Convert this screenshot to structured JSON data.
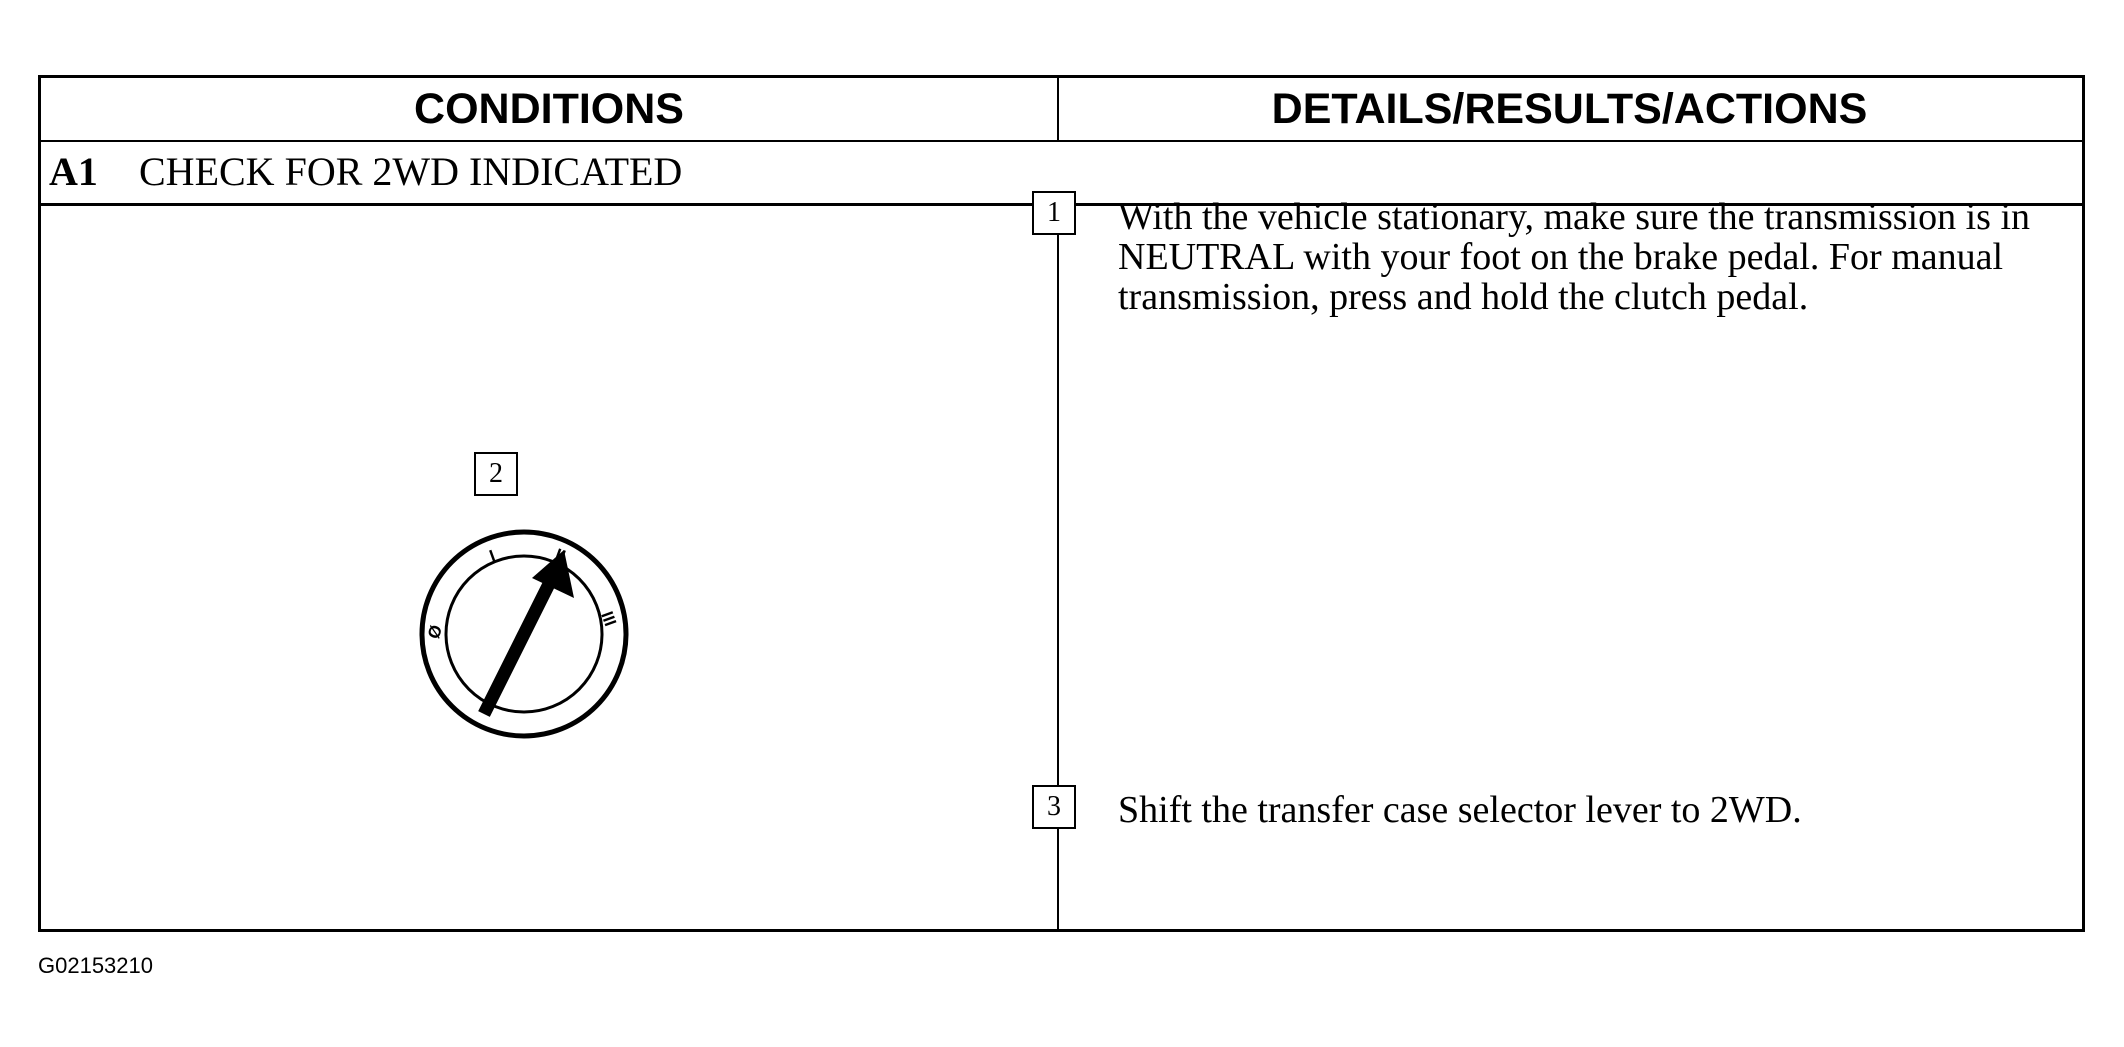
{
  "table": {
    "header": {
      "conditions": "CONDITIONS",
      "details": "DETAILS/RESULTS/ACTIONS"
    },
    "section": {
      "id": "A1",
      "title": "CHECK FOR 2WD INDICATED"
    },
    "steps": [
      {
        "number": "1",
        "text": "With the vehicle stationary, make sure the transmission is in NEUTRAL with your foot on the brake pedal. For manual transmission, press and hold the clutch pedal."
      },
      {
        "number": "2",
        "text": ""
      },
      {
        "number": "3",
        "text": "Shift the transfer case selector lever to 2WD."
      }
    ]
  },
  "dial": {
    "icon": "transfer-case-selector-dial-icon",
    "marks": [
      "Ø",
      "I",
      "II",
      "III"
    ],
    "selected": "II"
  },
  "figure_id": "G02153210",
  "colors": {
    "ink": "#000000",
    "background": "#ffffff"
  }
}
